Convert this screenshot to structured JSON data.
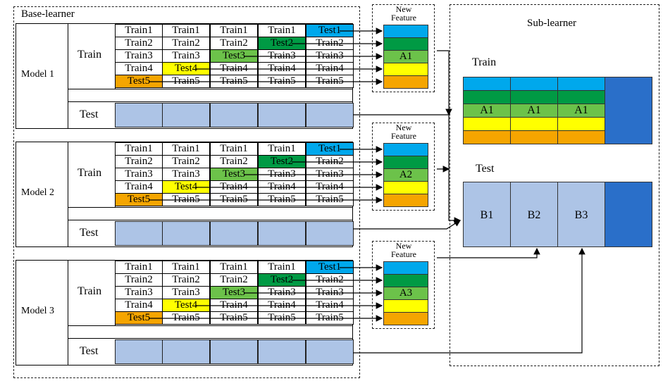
{
  "base_learner_label": "Base-learner",
  "sub_learner_label": "Sub-learner",
  "new_feature_label": [
    "New",
    "Feature"
  ],
  "colors": {
    "blue": "#00a8ec",
    "green": "#009a44",
    "light_green": "#6cc24a",
    "yellow": "#ffff00",
    "orange": "#f5a500",
    "test_fill": "#adc4e6",
    "dark_blue": "#2a6fc9"
  },
  "models": [
    {
      "name": "Model 1",
      "train_label": "Train",
      "test_label": "Test",
      "feature_label": "A1"
    },
    {
      "name": "Model 2",
      "train_label": "Train",
      "test_label": "Test",
      "feature_label": "A2"
    },
    {
      "name": "Model 3",
      "train_label": "Train",
      "test_label": "Test",
      "feature_label": "A3"
    }
  ],
  "fold_grid": [
    [
      "Train1",
      "Train1",
      "Train1",
      "Train1",
      "Test1"
    ],
    [
      "Train2",
      "Train2",
      "Train2",
      "Test2",
      "Train2"
    ],
    [
      "Train3",
      "Train3",
      "Test3",
      "Train3",
      "Train3"
    ],
    [
      "Train4",
      "Test4",
      "Train4",
      "Train4",
      "Train4"
    ],
    [
      "Test5",
      "Train5",
      "Train5",
      "Train5",
      "Train5"
    ]
  ],
  "sub": {
    "train_label": "Train",
    "test_label": "Test",
    "train_row_labels": [
      "A1",
      "A1",
      "A1"
    ],
    "test_labels": [
      "B1",
      "B2",
      "B3"
    ]
  }
}
